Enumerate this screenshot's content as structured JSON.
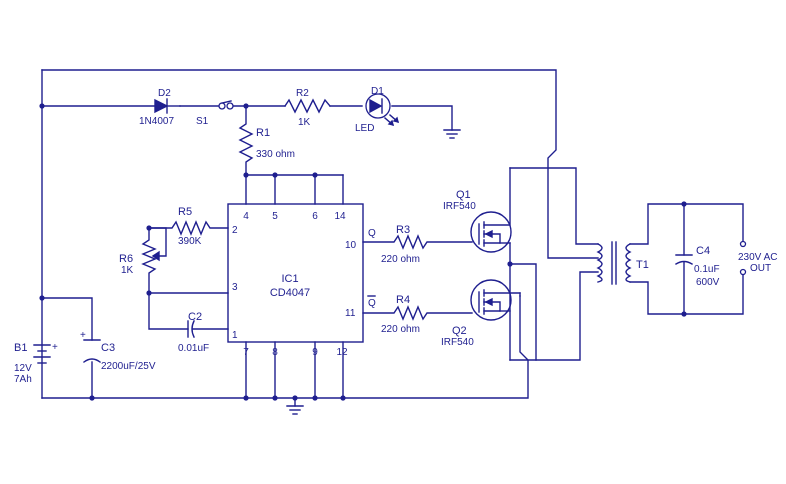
{
  "labels": {
    "d2_ref": "D2",
    "d2_val": "1N4007",
    "s1_ref": "S1",
    "r2_ref": "R2",
    "r2_val": "1K",
    "d1_ref": "D1",
    "d1_val": "LED",
    "r1_ref": "R1",
    "r1_val": "330 ohm",
    "r5_ref": "R5",
    "r5_val": "390K",
    "r6_ref": "R6",
    "r6_val": "1K",
    "c2_ref": "C2",
    "c2_val": "0.01uF",
    "ic_ref": "IC1",
    "ic_val": "CD4047",
    "r3_ref": "R3",
    "r3_val": "220 ohm",
    "r4_ref": "R4",
    "r4_val": "220 ohm",
    "q_label": "Q",
    "qbar_label": "Q",
    "q1_ref": "Q1",
    "q1_val": "IRF540",
    "q2_ref": "Q2",
    "q2_val": "IRF540",
    "t1_ref": "T1",
    "c4_ref": "C4",
    "c4_val1": "0.1uF",
    "c4_val2": "600V",
    "out_line1": "230V AC",
    "out_line2": "OUT",
    "b1_ref": "B1",
    "b1_val1": "12V",
    "b1_val2": "7Ah",
    "c3_ref": "C3",
    "c3_val": "2200uF/25V",
    "plus": "+"
  },
  "ic_pins": {
    "top": [
      "4",
      "5",
      "6",
      "14"
    ],
    "bottom": [
      "7",
      "8",
      "9",
      "12"
    ],
    "left": [
      "2",
      "3",
      "1"
    ],
    "right": [
      "10",
      "11"
    ]
  },
  "colors": {
    "ink": "#1f1f8f",
    "background": "#ffffff"
  }
}
